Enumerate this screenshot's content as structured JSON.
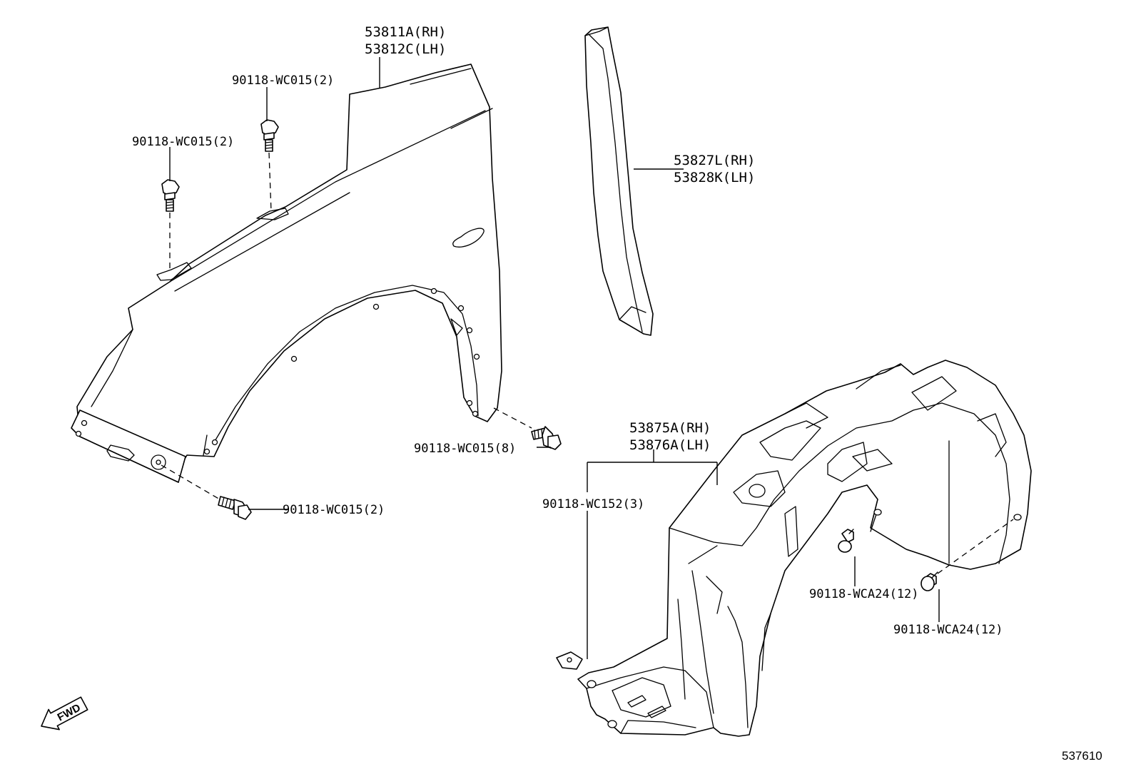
{
  "labels": {
    "fender_rh": "53811A(RH)",
    "fender_lh": "53812C(LH)",
    "bolt_top_center": "90118-WC015(2)",
    "bolt_top_left": "90118-WC015(2)",
    "seal_rh": "53827L(RH)",
    "seal_lh": "53828K(LH)",
    "bolt_arch": "90118-WC015(8)",
    "bolt_front": "90118-WC015(2)",
    "liner_rh": "53875A(RH)",
    "liner_lh": "53876A(LH)",
    "nut_liner": "90118-WC152(3)",
    "clip_upper": "90118-WCA24(12)",
    "clip_lower": "90118-WCA24(12)"
  },
  "fwd_arrow": "FWD",
  "diagram_code": "537610"
}
